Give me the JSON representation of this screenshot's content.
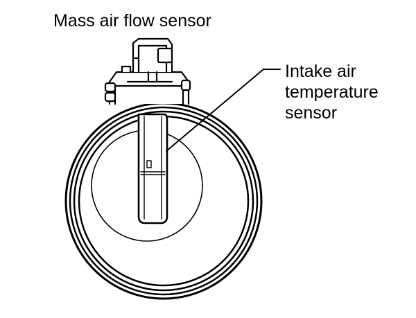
{
  "diagram": {
    "title": "Mass air flow sensor",
    "callout": {
      "lines": [
        "Intake air",
        "temperature",
        "sensor"
      ]
    }
  },
  "colors": {
    "line": "#000000",
    "background": "#ffffff"
  }
}
